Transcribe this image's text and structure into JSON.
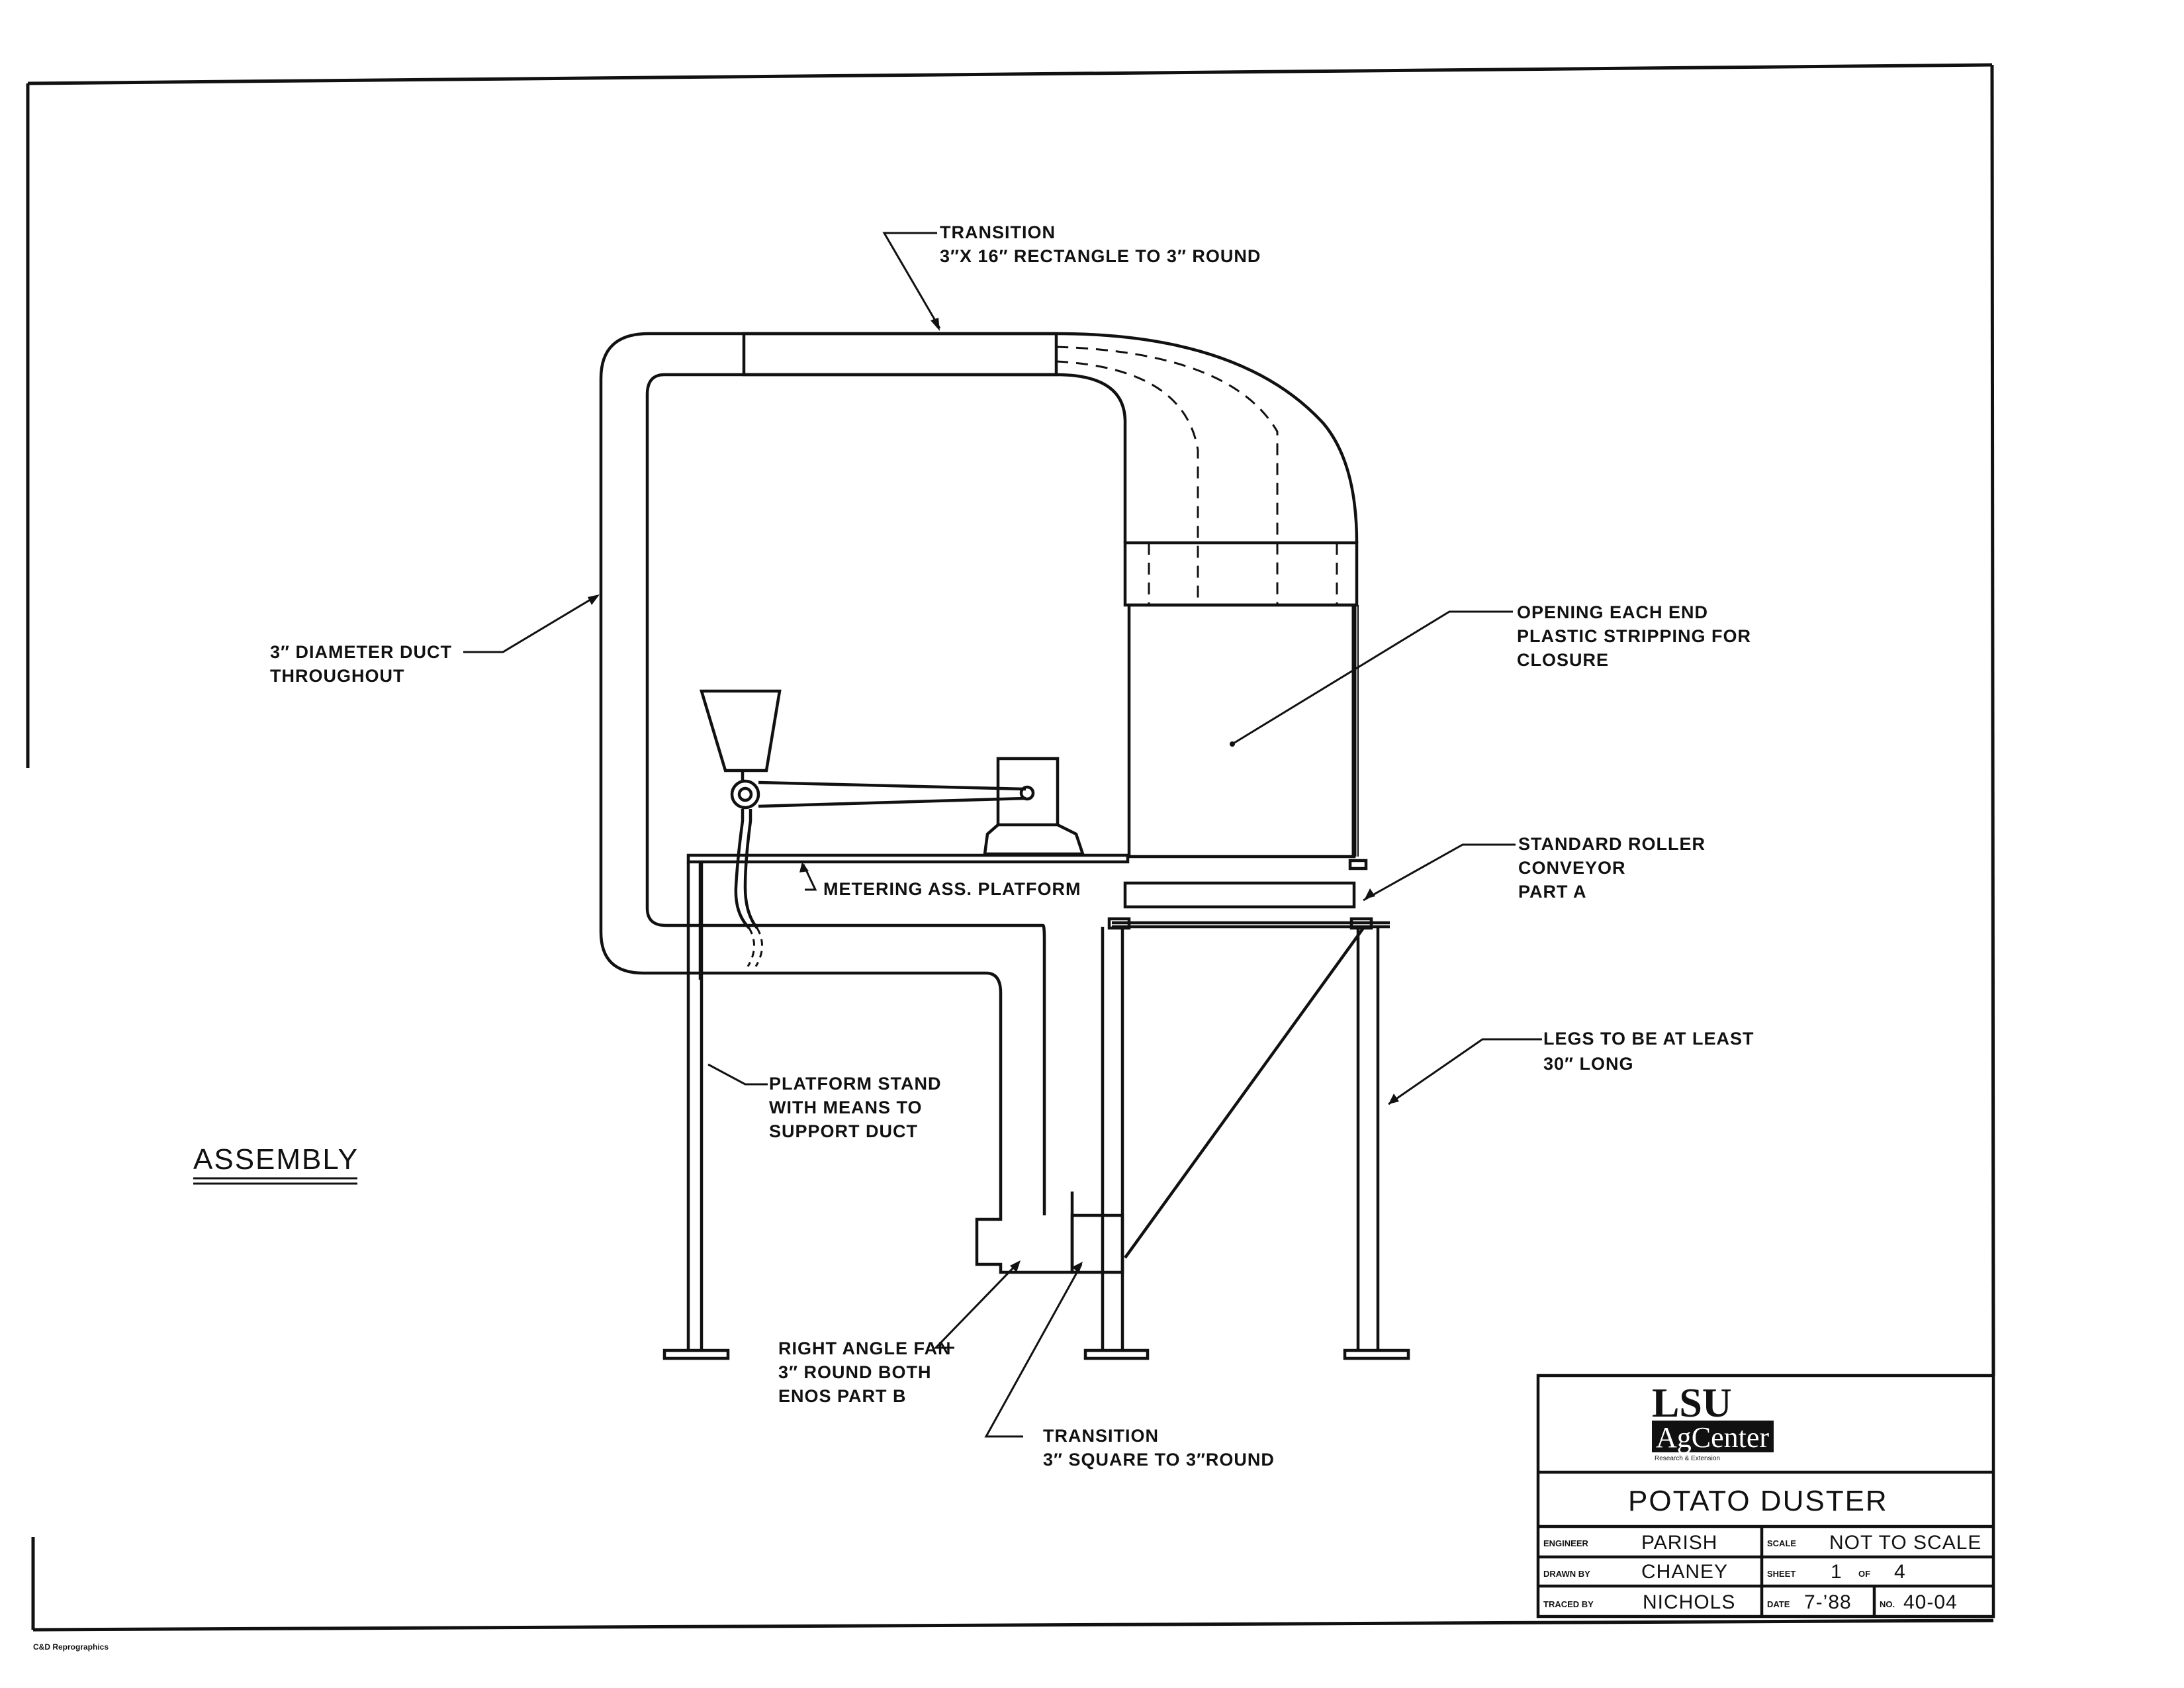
{
  "labels": {
    "transition_top_1": "TRANSITION",
    "transition_top_2": "3″X 16″ RECTANGLE TO 3″ ROUND",
    "duct_1": "3″ DIAMETER DUCT",
    "duct_2": "THROUGHOUT",
    "opening_1": "OPENING EACH END",
    "opening_2": "PLASTIC STRIPPING FOR",
    "opening_3": "CLOSURE",
    "conveyor_1": "STANDARD ROLLER",
    "conveyor_2": "CONVEYOR",
    "conveyor_3": "PART A",
    "metering": "METERING ASS. PLATFORM",
    "legs_1": "LEGS TO BE AT LEAST",
    "legs_2": "30″ LONG",
    "stand_1": "PLATFORM STAND",
    "stand_2": "WITH MEANS TO",
    "stand_3": "SUPPORT DUCT",
    "assembly": "ASSEMBLY",
    "fan_1": "RIGHT ANGLE FAN",
    "fan_2": "3″ ROUND BOTH",
    "fan_3": "ENOS   PART B",
    "transition_bottom_1": "TRANSITION",
    "transition_bottom_2": "3″ SQUARE  TO  3″ROUND",
    "corner_credit": "C&D Reprographics"
  },
  "title_block": {
    "logo_top": "LSU",
    "logo_bottom": "AgCenter",
    "logo_tag": "Research & Extension",
    "title": "POTATO  DUSTER",
    "engineer_label": "ENGINEER",
    "engineer": "PARISH",
    "drawn_label": "DRAWN BY",
    "drawn": "CHANEY",
    "traced_label": "TRACED BY",
    "traced": "NICHOLS",
    "scale_label": "SCALE",
    "scale": "NOT  TO  SCALE",
    "sheet_label": "SHEET",
    "sheet_num": "1",
    "sheet_of": "OF",
    "sheet_total": "4",
    "date_label": "DATE",
    "date": "7-’88",
    "no_label": "NO.",
    "no": "40-04"
  },
  "colors": {
    "ink": "#111111",
    "paper": "#ffffff"
  }
}
